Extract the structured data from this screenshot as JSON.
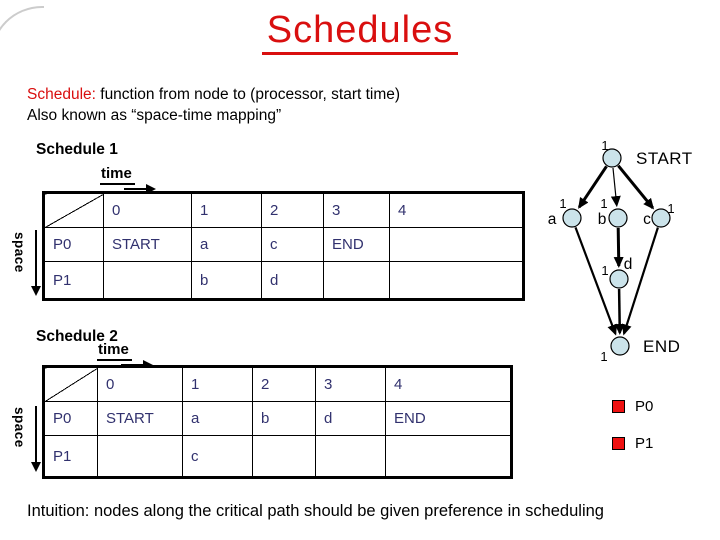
{
  "title": "Schedules",
  "definition": {
    "term": "Schedule:",
    "rest": " function from node to (processor, start time)",
    "line2": "Also known as “space-time mapping”"
  },
  "axes": {
    "time_label": "time",
    "space_label": "space"
  },
  "schedules": [
    {
      "title": "Schedule 1",
      "columns": [
        "0",
        "1",
        "2",
        "3",
        "4"
      ],
      "rows": [
        {
          "proc": "P0",
          "cells": [
            "START",
            "a",
            "c",
            "END",
            ""
          ]
        },
        {
          "proc": "P1",
          "cells": [
            "",
            "b",
            "d",
            "",
            ""
          ]
        }
      ]
    },
    {
      "title": "Schedule 2",
      "columns": [
        "0",
        "1",
        "2",
        "3",
        "4"
      ],
      "rows": [
        {
          "proc": "P0",
          "cells": [
            "START",
            "a",
            "b",
            "d",
            "END"
          ]
        },
        {
          "proc": "P1",
          "cells": [
            "",
            "c",
            "",
            "",
            ""
          ]
        }
      ]
    }
  ],
  "graph": {
    "nodes": [
      {
        "id": "START",
        "label": "START",
        "weight": "1"
      },
      {
        "id": "a",
        "label": "a",
        "weight": "1"
      },
      {
        "id": "b",
        "label": "b",
        "weight": "1"
      },
      {
        "id": "c",
        "label": "c",
        "weight": "1"
      },
      {
        "id": "d",
        "label": "d",
        "weight": "1"
      },
      {
        "id": "END",
        "label": "END",
        "weight": "1"
      }
    ],
    "edges": [
      "START→a",
      "START→b",
      "START→c",
      "b→d",
      "a→END",
      "d→END",
      "c→END"
    ]
  },
  "legend": {
    "items": [
      {
        "label": "P0",
        "color": "#ee1111"
      },
      {
        "label": "P1",
        "color": "#ee1111"
      }
    ]
  },
  "note": "Intuition: nodes along the critical path should be given preference in scheduling",
  "colors": {
    "accent_red": "#d90f0f",
    "table_text": "#31316e",
    "node_fill": "#cbe3ea",
    "legend_red": "#ee1111"
  }
}
